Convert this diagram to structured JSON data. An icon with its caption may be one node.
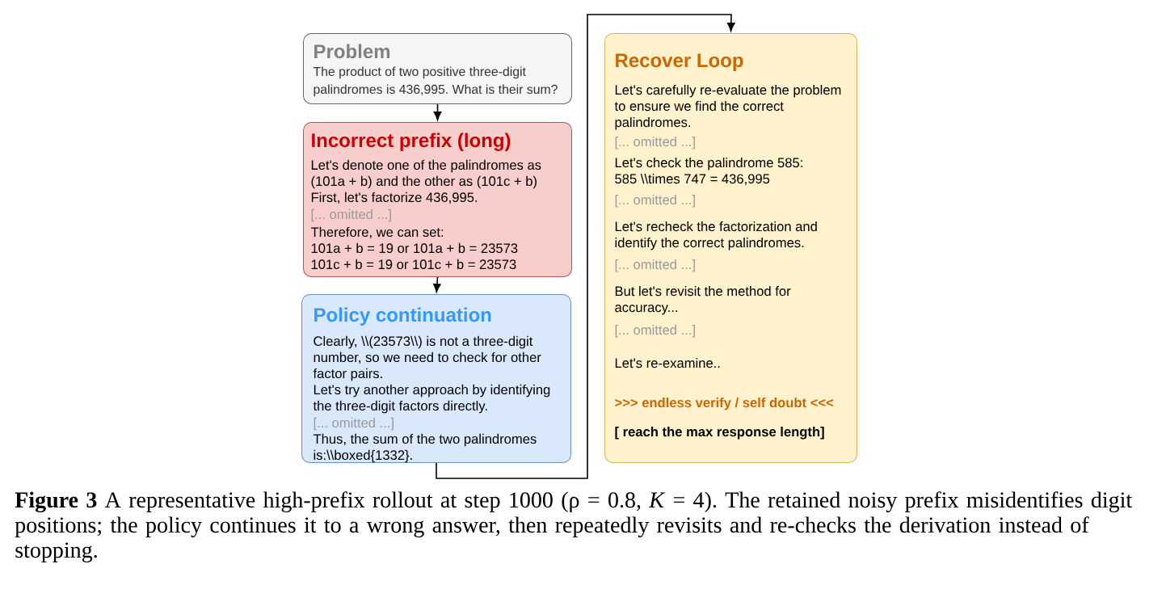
{
  "diagram": {
    "caption": "**Figure 3**  A representative high-prefix rollout at step 1000 (ρ = 0.8, *K* = 4). The retained noisy prefix misidentifies digit positions; the policy continues it to a wrong answer, then repeatedly revisits and re-checks the derivation instead of stopping.",
    "nodes": [
      {
        "text": [
          "Problem",
          "The product of two positive three-digit palindromes is 436,995. What is their sum?"
        ]
      },
      {
        "text": [
          "Incorrect prefix (long)",
          "Let's denote one of the palindromes as (101a + b) and the other as (101c + b)",
          "First, let's factorize 436,995.",
          "[... omitted ...]",
          "Therefore, we can set:",
          "101a + b = 19 or 101a + b = 23573",
          "101c + b = 19 or 101c + b = 23573"
        ]
      },
      {
        "text": [
          "Policy continuation",
          "Clearly, \\\\(23573\\\\) is not a three-digit number, so we need to check for other factor pairs.",
          "Let's try another approach by identifying the three-digit factors directly.",
          "[... omitted ...]",
          "Thus, the sum of the two palindromes is:\\\\boxed{1332}."
        ]
      },
      {
        "text": [
          "Recover Loop",
          "Let's carefully re-evaluate the problem to ensure we find the correct palindromes.",
          "[... omitted ...]",
          "Let's check the palindrome 585:",
          "585 \\\\times 747 = 436,995",
          "[... omitted ...]",
          "Let's recheck the factorization and identify the correct palindromes.",
          "[... omitted ...]",
          "But let's revisit the method for accuracy...",
          "[... omitted ...]",
          "Let's re-examine..",
          ">>> endless verify / self doubt <<<",
          "[ reach the max response length]"
        ]
      }
    ],
    "edges": [
      {
        "from": 0,
        "to": 1,
        "arrow": "to"
      },
      {
        "from": 1,
        "to": 2,
        "arrow": "to"
      },
      {
        "from": 2,
        "to": 3,
        "arrow": "to"
      }
    ]
  }
}
